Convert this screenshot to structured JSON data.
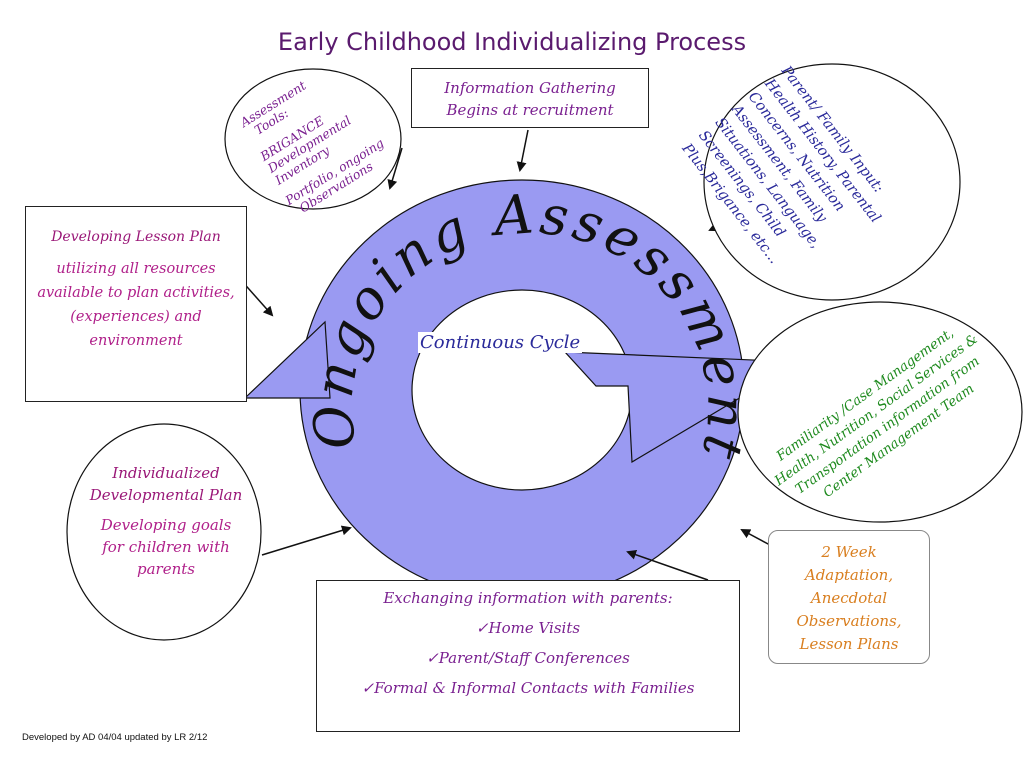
{
  "title": "Early Childhood Individualizing Process",
  "center": {
    "arc_text": "Ongoing Assessment",
    "cycle_label": "Continuous Cycle",
    "ring_color": "#9a9af2"
  },
  "assessment_tools": {
    "lines": [
      "Assessment",
      "Tools:",
      "BRIGANCE",
      "Developmental",
      "Inventory",
      "Portfolio, ongoing",
      "Observations"
    ]
  },
  "info_gathering": {
    "lines": [
      "Information Gathering",
      "Begins at recruitment"
    ]
  },
  "parent_input": {
    "lines": [
      "Parent/ Family Input:",
      "Health History, Parental",
      "Concerns, Nutrition",
      "Assessment, Family",
      "Situations, Language,",
      "Screenings, Child",
      "Plus,Brigance,  etc..."
    ]
  },
  "lesson_plan": {
    "heading": "Developing Lesson Plan",
    "body": "utilizing all resources available to plan activities, (experiences) and environment"
  },
  "familiarity": {
    "lines": [
      "Familiarity /Case Management,",
      "Health, Nutrition, Social Services &",
      "Transportation information from",
      "Center Management Team"
    ]
  },
  "idp": {
    "heading": "Individualized Developmental Plan",
    "body": "Developing goals for children with parents"
  },
  "adaptation": {
    "text": "2 Week Adaptation, Anecdotal Observations, Lesson Plans"
  },
  "exchanging": {
    "heading": "Exchanging  information with parents:",
    "items": [
      "Home Visits",
      "Parent/Staff Conferences",
      "Formal & Informal Contacts with Families"
    ],
    "check": "✓"
  },
  "footer": "Developed by AD 04/04 updated by LR  2/12"
}
